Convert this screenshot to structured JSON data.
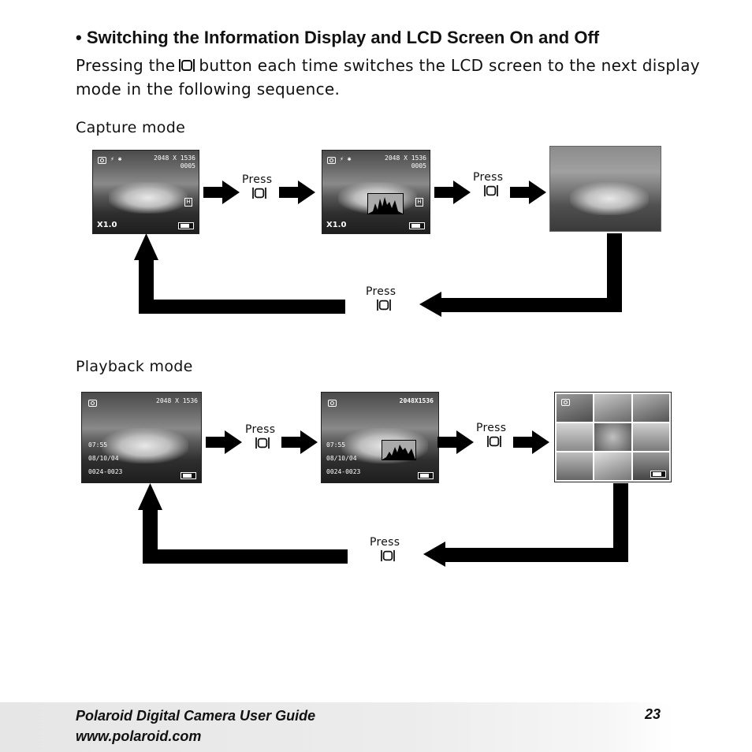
{
  "heading": "• Switching the Information Display and LCD Screen On and Off",
  "intro": {
    "before": "Pressing the",
    "after": "button each time switches the LCD screen to the next display mode in the following sequence."
  },
  "capture": {
    "label": "Capture mode",
    "screen1": {
      "resolution": "2048 X 1536",
      "count": "0005",
      "zoom": "X1.0",
      "quality": "H"
    },
    "screen2": {
      "resolution": "2048 X 1536",
      "count": "0005",
      "zoom": "X1.0",
      "quality": "H"
    },
    "press1": "Press",
    "press2": "Press",
    "press_return": "Press"
  },
  "playback": {
    "label": "Playback mode",
    "screen1": {
      "resolution": "2048 X 1536",
      "time": "07:55",
      "date": "08/10/04",
      "file": "0024-0023"
    },
    "screen2": {
      "resolution": "2048X1536",
      "time": "07:55",
      "date": "08/10/04",
      "file": "0024-0023"
    },
    "press1": "Press",
    "press2": "Press",
    "press_return": "Press"
  },
  "footer": {
    "guide": "Polaroid Digital Camera User Guide",
    "url": "www.polaroid.com",
    "page": "23"
  },
  "icons": [
    "display-button-icon",
    "camera-icon",
    "battery-icon",
    "histogram-icon"
  ]
}
